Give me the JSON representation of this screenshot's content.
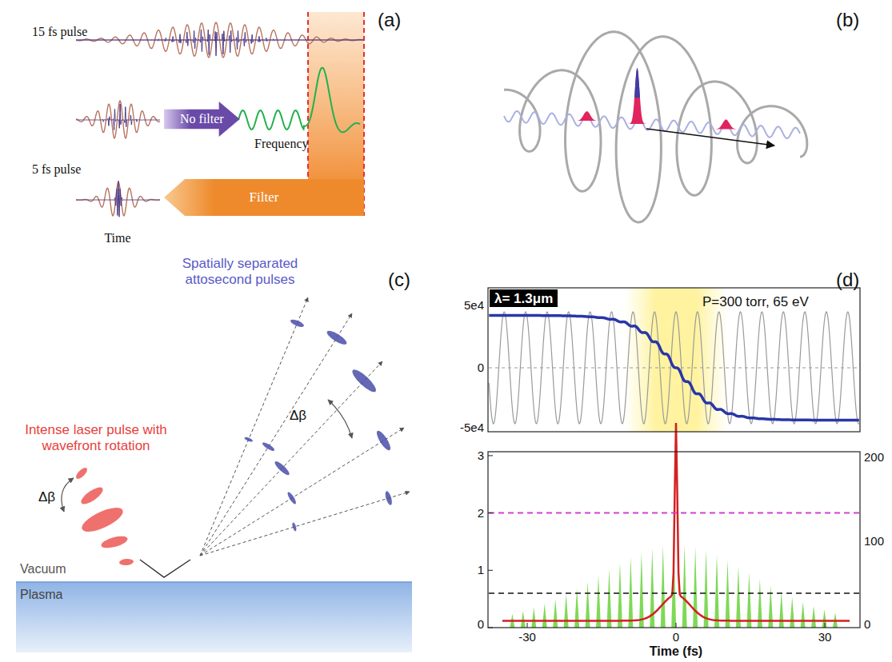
{
  "diagram": {
    "nodes": [
      {
        "text": [
          "No filter"
        ]
      },
      {
        "text": [
          "Filter"
        ]
      },
      {
        "text": [
          "λ= 1.3μm"
        ]
      }
    ],
    "labels": [
      "(a)",
      "15 fs pulse",
      "Frequency",
      "5 fs pulse",
      "Time",
      "(b)",
      "(c)",
      "Spatially separated attosecond pulses",
      "Δβ",
      "Intense laser pulse with wavefront rotation",
      "Δβ",
      "Vacuum",
      "Plasma",
      "(d)",
      "P=300 torr, 65 eV",
      "5e4",
      "0",
      "-5e4",
      "3",
      "2",
      "1",
      "0",
      "200",
      "100",
      "0",
      "-30",
      "0",
      "30",
      "Time (fs)"
    ]
  }
}
